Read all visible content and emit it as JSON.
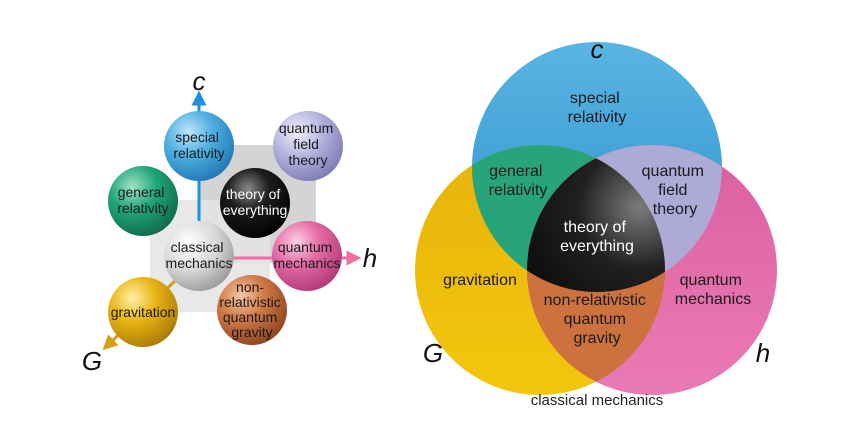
{
  "cube": {
    "axes": {
      "c": "c",
      "h": "h",
      "G": "G"
    },
    "nodes": {
      "special_relativity": [
        "special",
        "relativity"
      ],
      "quantum_field_theory": [
        "quantum",
        "field",
        "theory"
      ],
      "general_relativity": [
        "general",
        "relativity"
      ],
      "theory_of_everything": [
        "theory of",
        "everything"
      ],
      "classical_mechanics": [
        "classical",
        "mechanics"
      ],
      "quantum_mechanics": [
        "quantum",
        "mechanics"
      ],
      "gravitation": [
        "gravitation"
      ],
      "non_relativistic_quantum_gravity": [
        "non-",
        "relativistic",
        "quantum",
        "gravity"
      ]
    }
  },
  "venn": {
    "axes": {
      "c": "c",
      "h": "h",
      "G": "G"
    },
    "regions": {
      "special_relativity": [
        "special",
        "relativity"
      ],
      "general_relativity": [
        "general",
        "relativity"
      ],
      "quantum_field_theory": [
        "quantum",
        "field",
        "theory"
      ],
      "theory_of_everything": [
        "theory of",
        "everything"
      ],
      "gravitation": [
        "gravitation"
      ],
      "quantum_mechanics": [
        "quantum",
        "mechanics"
      ],
      "non_relativistic_quantum_gravity": [
        "non-relativistic",
        "quantum",
        "gravity"
      ]
    },
    "caption": "classical mechanics"
  },
  "colors": {
    "blue": "#3ea3d8",
    "purple": "#a9a7d4",
    "green": "#1f9a72",
    "black": "#111111",
    "silver": "#cfcfcf",
    "pink": "#e0609f",
    "gold": "#e2ab0e",
    "copper": "#c96b3c",
    "arrow_blue": "#1e90e0",
    "arrow_pink": "#ef6fa2",
    "arrow_gold": "#d4a017"
  }
}
